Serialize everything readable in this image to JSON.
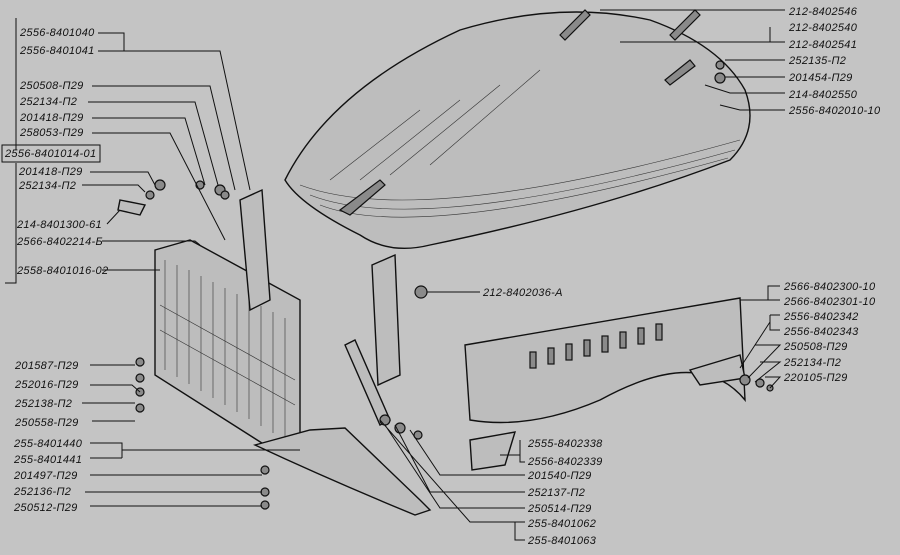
{
  "title": "Hood, radiator grille and side panels — exploded parts diagram",
  "labels": {
    "left": [
      "2556-8401040",
      "2556-8401041",
      "250508-П29",
      "252134-П2",
      "201418-П29",
      "258053-П29",
      "2556-8401014-01",
      "201418-П29",
      "252134-П2",
      "214-8401300-61",
      "2566-8402214-Б",
      "2558-8401016-02"
    ],
    "left_bottom": [
      "201587-П29",
      "252016-П29",
      "252138-П2",
      "250558-П29",
      "255-8401440",
      "255-8401441",
      "201497-П29",
      "252136-П2",
      "250512-П29"
    ],
    "top_right": [
      "212-8402546",
      "212-8402540",
      "212-8402541",
      "252135-П2",
      "201454-П29",
      "214-8402550",
      "2556-8402010-10"
    ],
    "right_mid": [
      "2566-8402300-10",
      "2566-8402301-10",
      "2556-8402342",
      "2556-8402343",
      "250508-П29",
      "252134-П2",
      "220105-П29"
    ],
    "center": [
      "212-8402036-А",
      "2555-8402338",
      "2556-8402339",
      "201540-П29",
      "252137-П2",
      "250514-П29",
      "255-8401062",
      "255-8401063"
    ]
  }
}
